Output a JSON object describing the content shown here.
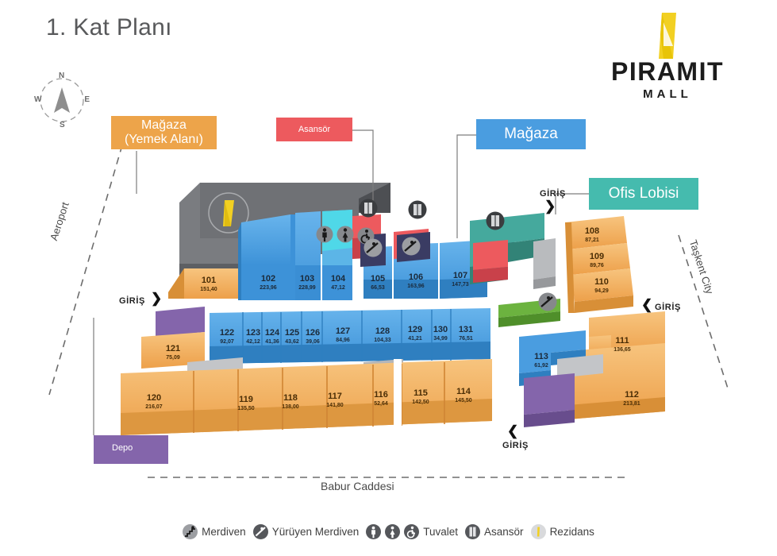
{
  "page_title": "1. Kat Planı",
  "logo": {
    "name": "PIRAMIT",
    "sub": "MALL",
    "icon": "pyramid-icon",
    "color": "#f2d022"
  },
  "compass": {
    "n": "N",
    "e": "E",
    "s": "S",
    "w": "W"
  },
  "key_boxes": [
    {
      "id": "food",
      "label": "Mağaza\n(Yemek Alanı)",
      "line1": "Mağaza",
      "line2": "(Yemek Alanı)",
      "color": "#eda44a"
    },
    {
      "id": "elevator",
      "label": "Asansör",
      "color": "#ed5a5e"
    },
    {
      "id": "shop",
      "label": "Mağaza",
      "color": "#4a9de0"
    },
    {
      "id": "office",
      "label": "Ofis Lobisi",
      "color": "#45bbae"
    }
  ],
  "depot": {
    "label": "Depo",
    "color": "#8465ab"
  },
  "entrances": [
    {
      "id": "west",
      "label": "GİRİŞ",
      "direction": "right"
    },
    {
      "id": "north-east",
      "label": "GİRİŞ",
      "direction": "down"
    },
    {
      "id": "east",
      "label": "GİRİŞ",
      "direction": "left"
    },
    {
      "id": "south",
      "label": "GİRİŞ",
      "direction": "up"
    }
  ],
  "roads": [
    {
      "id": "bottom-street",
      "label": "Babur Caddesi"
    },
    {
      "id": "left-road",
      "label": "Aeroport"
    },
    {
      "id": "right-road",
      "label": "Taşkent City"
    }
  ],
  "legend": [
    {
      "icons": [
        "stairs-icon"
      ],
      "label": "Merdiven"
    },
    {
      "icons": [
        "escalator-icon"
      ],
      "label": "Yürüyen Merdiven"
    },
    {
      "icons": [
        "men-toilet-icon",
        "women-toilet-icon",
        "disabled-toilet-icon"
      ],
      "label": "Tuvalet"
    },
    {
      "icons": [
        "elevator-icon"
      ],
      "label": "Asansör"
    },
    {
      "icons": [
        "residence-icon"
      ],
      "label": "Rezidans"
    }
  ],
  "units": [
    {
      "no": "101",
      "area": "151,40",
      "type": "food"
    },
    {
      "no": "102",
      "area": "223,96",
      "type": "shop"
    },
    {
      "no": "103",
      "area": "228,99",
      "type": "shop"
    },
    {
      "no": "104",
      "area": "47,12",
      "type": "shop"
    },
    {
      "no": "105",
      "area": "66,53",
      "type": "shop"
    },
    {
      "no": "106",
      "area": "163,96",
      "type": "shop"
    },
    {
      "no": "107",
      "area": "147,73",
      "type": "shop"
    },
    {
      "no": "108",
      "area": "87,21",
      "type": "food"
    },
    {
      "no": "109",
      "area": "89,76",
      "type": "food"
    },
    {
      "no": "110",
      "area": "94,29",
      "type": "food"
    },
    {
      "no": "111",
      "area": "136,65",
      "type": "food"
    },
    {
      "no": "112",
      "area": "213,81",
      "type": "food"
    },
    {
      "no": "113",
      "area": "61,92",
      "type": "shop"
    },
    {
      "no": "114",
      "area": "145,50",
      "type": "food"
    },
    {
      "no": "115",
      "area": "142,50",
      "type": "food"
    },
    {
      "no": "116",
      "area": "52,64",
      "type": "food"
    },
    {
      "no": "117",
      "area": "141,80",
      "type": "food"
    },
    {
      "no": "118",
      "area": "138,00",
      "type": "food"
    },
    {
      "no": "119",
      "area": "135,50",
      "type": "food"
    },
    {
      "no": "120",
      "area": "216,07",
      "type": "food"
    },
    {
      "no": "121",
      "area": "75,09",
      "type": "food"
    },
    {
      "no": "122",
      "area": "92,07",
      "type": "shop"
    },
    {
      "no": "123",
      "area": "42,12",
      "type": "shop"
    },
    {
      "no": "124",
      "area": "41,36",
      "type": "shop"
    },
    {
      "no": "125",
      "area": "43,62",
      "type": "shop"
    },
    {
      "no": "126",
      "area": "39,06",
      "type": "shop"
    },
    {
      "no": "127",
      "area": "84,96",
      "type": "shop"
    },
    {
      "no": "128",
      "area": "104,33",
      "type": "shop"
    },
    {
      "no": "129",
      "area": "41,21",
      "type": "shop"
    },
    {
      "no": "130",
      "area": "34,99",
      "type": "shop"
    },
    {
      "no": "131",
      "area": "76,51",
      "type": "shop"
    }
  ],
  "colors": {
    "orange": "#f0a952",
    "orange_top": "#f5b969",
    "orange_side": "#d88f37",
    "blue": "#4a9de0",
    "blue_top": "#5cb0ea",
    "blue_side": "#2f7fc0",
    "cyan": "#4fd8e8",
    "teal": "#45a99d",
    "grey": "#6f7175",
    "purple": "#8465ab",
    "red": "#ed5a5e",
    "green": "#6cb33f",
    "lightgrey": "#bdbdbd",
    "navy": "#3a3c63"
  }
}
